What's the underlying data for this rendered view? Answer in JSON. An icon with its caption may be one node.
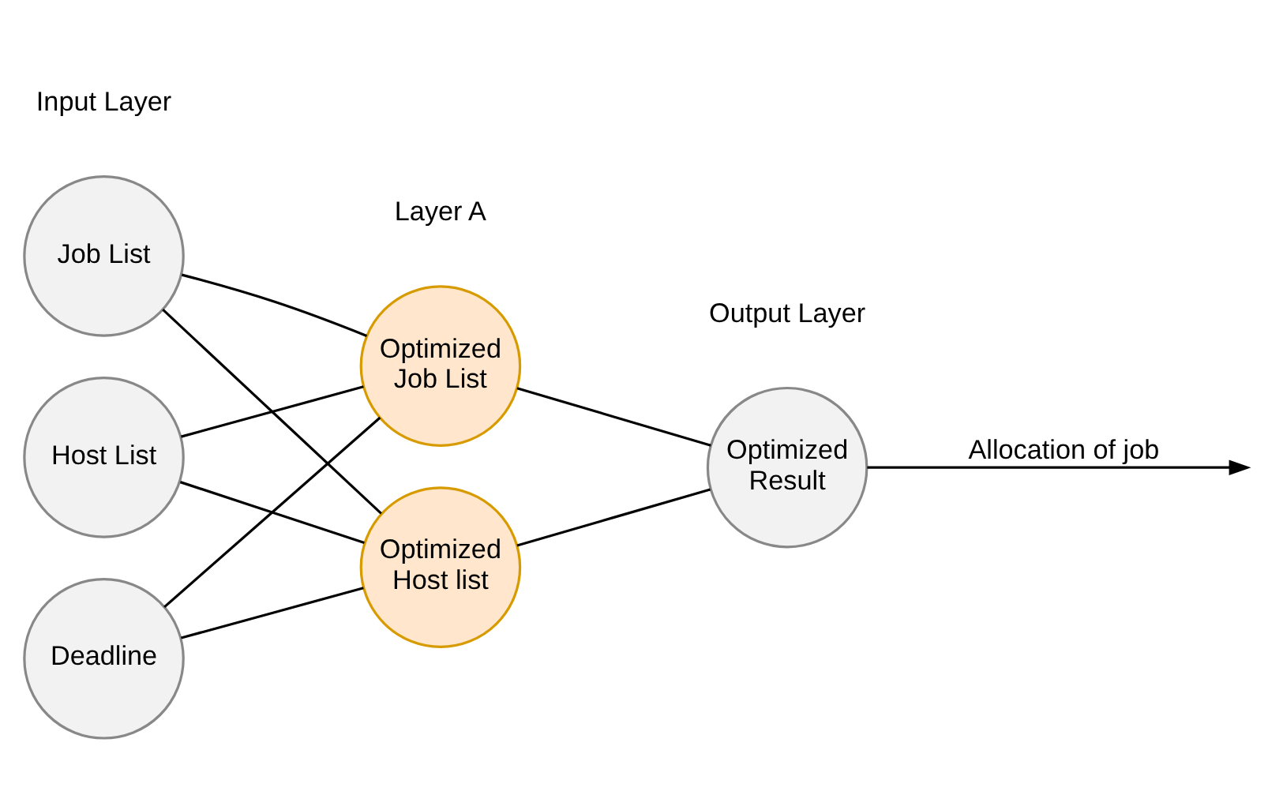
{
  "diagram": {
    "nodes": [
      {
        "text": [
          "Host List"
        ]
      },
      {
        "text": [
          "Job List"
        ]
      },
      {
        "text": [
          "Deadline"
        ]
      },
      {
        "text": [
          "Optimized Host list"
        ]
      },
      {
        "text": [
          "Optimized Job List"
        ]
      },
      {
        "text": [
          "Optimized Result"
        ]
      }
    ],
    "edges": [
      {
        "from": 0,
        "to": 3,
        "arrow": "none"
      },
      {
        "from": 0,
        "to": 4,
        "arrow": "none"
      },
      {
        "from": 1,
        "to": 3,
        "arrow": "none"
      },
      {
        "from": 1,
        "to": 4,
        "arrow": "none"
      },
      {
        "from": 2,
        "to": 3,
        "arrow": "none"
      },
      {
        "from": 2,
        "to": 4,
        "arrow": "none"
      },
      {
        "from": 3,
        "to": 5,
        "arrow": "none"
      },
      {
        "from": 4,
        "to": 5,
        "arrow": "none"
      },
      {
        "from": 5,
        "to": null,
        "arrow": "to",
        "label": "Allocation of job"
      }
    ],
    "labels": [
      "Input Layer",
      "Layer A",
      "Output Layer"
    ]
  }
}
